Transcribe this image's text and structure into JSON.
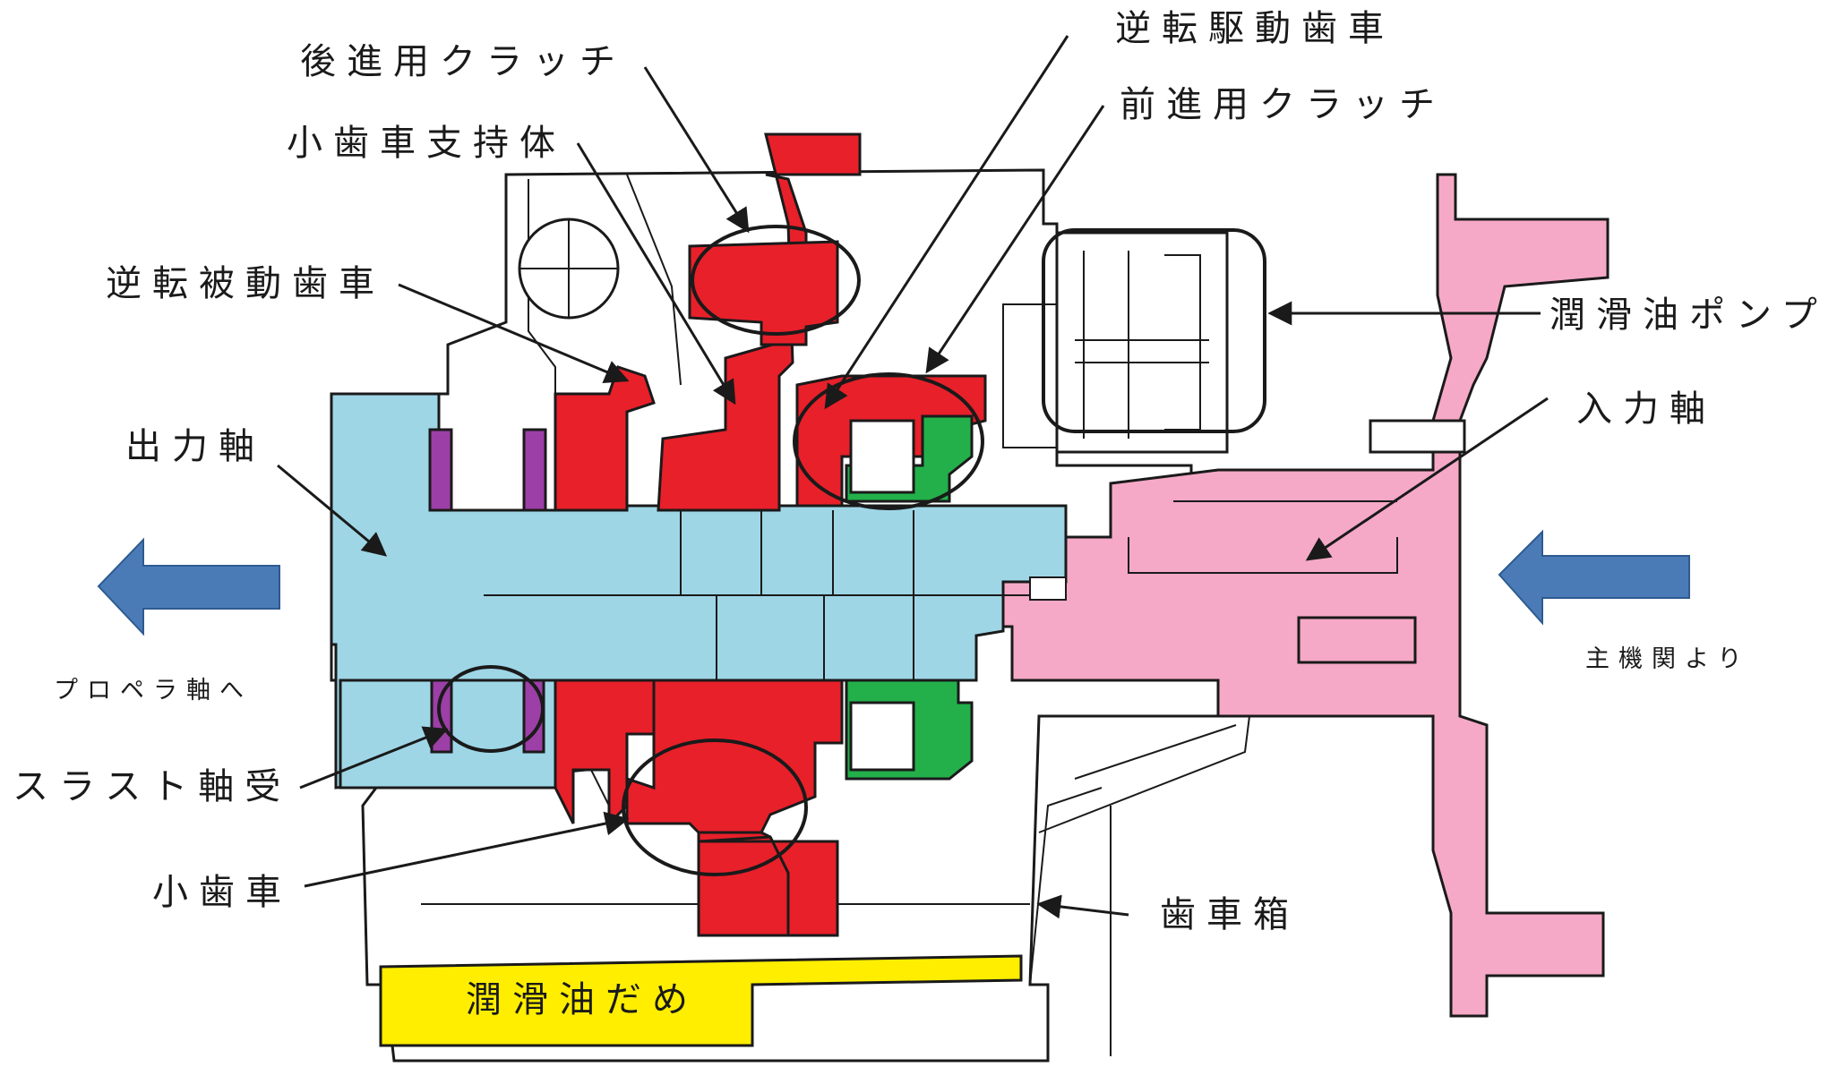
{
  "colors": {
    "output_shaft": "#9ed6e6",
    "input_shaft": "#f5a9c6",
    "gear_red": "#e8202a",
    "clutch_green": "#23b04a",
    "thrust_bearing": "#9c3fa6",
    "oil_pan": "#ffee00",
    "arrow": "#4b7bb7",
    "outline": "#1a1a1a"
  },
  "labels": {
    "reverse_clutch": "後進用クラッチ",
    "pinion_carrier": "小歯車支持体",
    "reverse_driven_gear": "逆転被動歯車",
    "output_shaft": "出力軸",
    "to_propeller_shaft": "プロペラ軸へ",
    "thrust_bearing": "スラスト軸受",
    "pinion": "小歯車",
    "reverse_drive_gear": "逆転駆動歯車",
    "forward_clutch": "前進用クラッチ",
    "lube_oil_pump": "潤滑油ポンプ",
    "input_shaft": "入力軸",
    "from_main_engine": "主機関より",
    "gear_case": "歯車箱",
    "oil_sump": "潤滑油だめ"
  },
  "icons": {
    "output_arrow": "left-arrow-icon",
    "input_arrow": "left-arrow-icon"
  }
}
